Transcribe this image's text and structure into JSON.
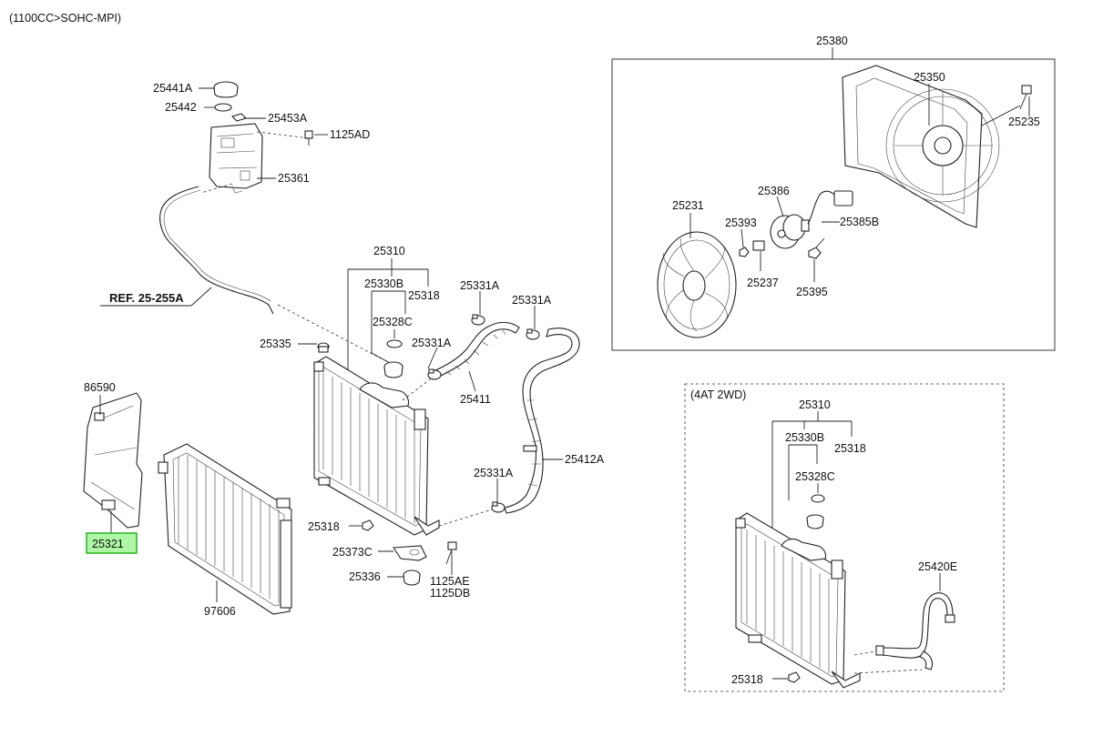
{
  "header": {
    "title": "(1100CC>SOHC-MPI)"
  },
  "colors": {
    "highlight_fill": "#aef7a6",
    "highlight_border": "#27b31f"
  },
  "ref": {
    "label": "REF. 25-255A"
  },
  "boxes": {
    "at_title": "(4AT 2WD)"
  },
  "labels": {
    "p25380": "25380",
    "p25350": "25350",
    "p25235": "25235",
    "p25231": "25231",
    "p25386": "25386",
    "p25393": "25393",
    "p25385B": "25385B",
    "p25237": "25237",
    "p25395": "25395",
    "p25441A": "25441A",
    "p25442": "25442",
    "p25453A": "25453A",
    "p1125AD": "1125AD",
    "p25361": "25361",
    "p25310": "25310",
    "p25330B": "25330B",
    "p25318a": "25318",
    "p25331A_1": "25331A",
    "p25331A_2": "25331A",
    "p25328C": "25328C",
    "p25335": "25335",
    "p25331A_3": "25331A",
    "p25411": "25411",
    "p86590": "86590",
    "p25412A": "25412A",
    "p25331A_4": "25331A",
    "p25321": "25321",
    "p25318b": "25318",
    "p25373C": "25373C",
    "p25336": "25336",
    "p1125AE": "1125AE",
    "p1125DB": "1125DB",
    "p97606": "97606",
    "b25310": "25310",
    "b25330B": "25330B",
    "b25318a": "25318",
    "b25328C": "25328C",
    "b25420E": "25420E",
    "b25318b": "25318"
  }
}
